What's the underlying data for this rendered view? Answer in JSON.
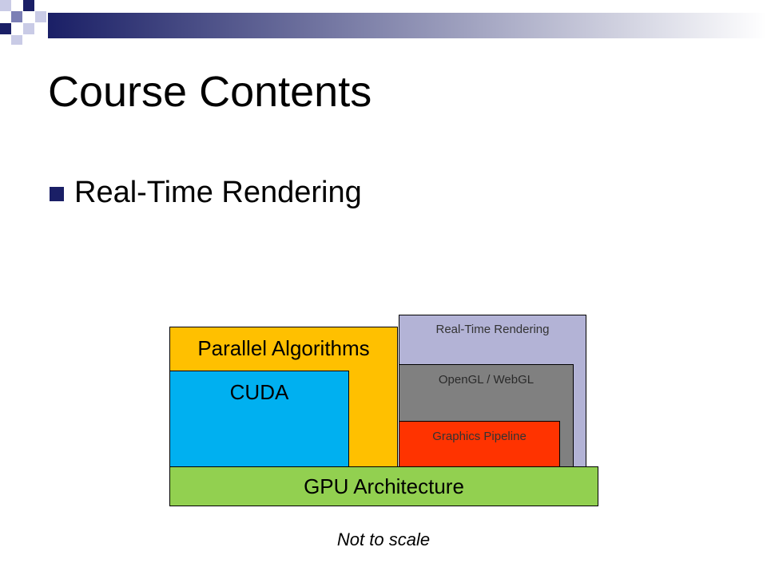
{
  "slide": {
    "title": "Course Contents",
    "bullets": [
      "Real-Time Rendering"
    ],
    "footnote": "Not to scale"
  },
  "diagram": {
    "boxes": {
      "realtime": {
        "label": "Real-Time Rendering",
        "color": "#b3b3d6"
      },
      "opengl": {
        "label": "OpenGL / WebGL",
        "color": "#808080"
      },
      "pipeline": {
        "label": "Graphics Pipeline",
        "color": "#ff3300"
      },
      "parallel": {
        "label": "Parallel Algorithms",
        "color": "#ffc000"
      },
      "cuda": {
        "label": "CUDA",
        "color": "#00b0f0"
      },
      "gpu": {
        "label": "GPU Architecture",
        "color": "#92d050"
      }
    }
  },
  "theme": {
    "accent": "#1a1f66"
  }
}
